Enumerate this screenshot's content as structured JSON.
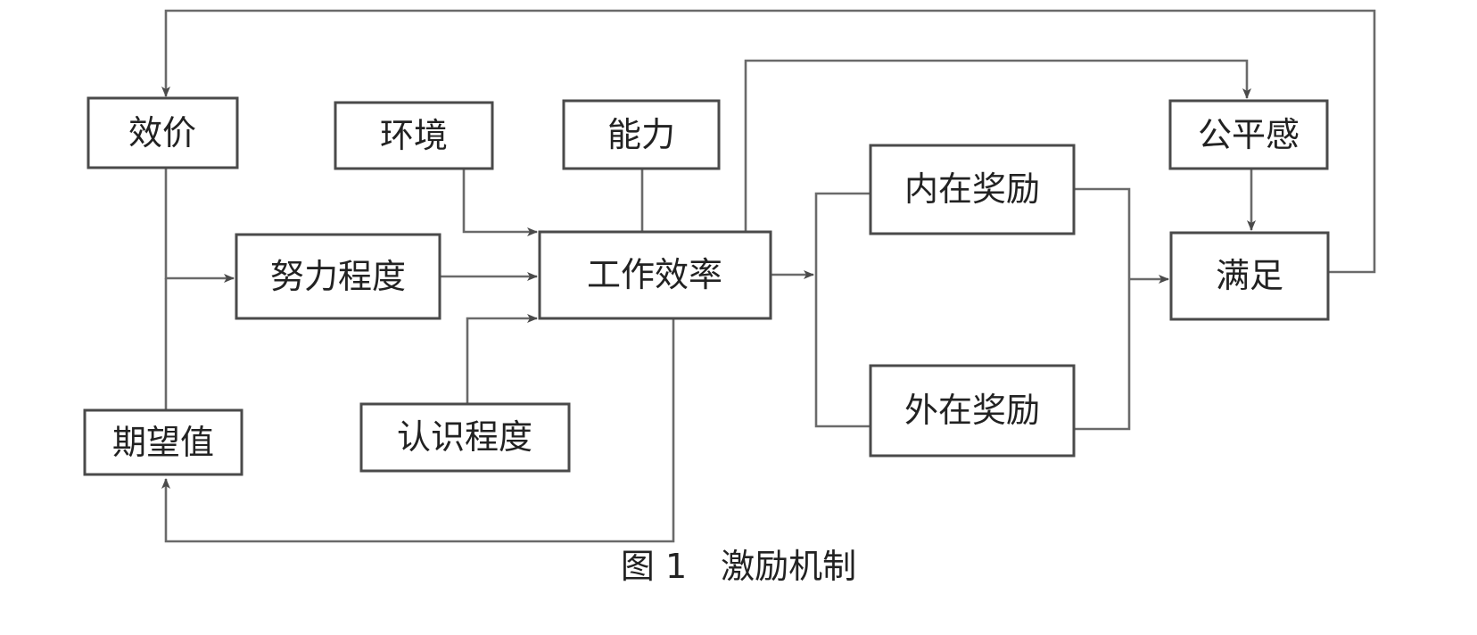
{
  "diagram": {
    "nodes": {
      "valence": "效价",
      "expectancy": "期望值",
      "effort": "努力程度",
      "environment": "环境",
      "ability": "能力",
      "cognition": "认识程度",
      "performance": "工作效率",
      "intrinsic_reward": "内在奖励",
      "extrinsic_reward": "外在奖励",
      "equity": "公平感",
      "satisfaction": "满足"
    },
    "edges": [
      {
        "from": "valence",
        "to": "effort"
      },
      {
        "from": "expectancy",
        "to": "effort"
      },
      {
        "from": "effort",
        "to": "performance"
      },
      {
        "from": "environment",
        "to": "performance"
      },
      {
        "from": "ability",
        "to": "performance"
      },
      {
        "from": "cognition",
        "to": "performance"
      },
      {
        "from": "performance",
        "to": "intrinsic_reward"
      },
      {
        "from": "performance",
        "to": "extrinsic_reward"
      },
      {
        "from": "intrinsic_reward",
        "to": "satisfaction"
      },
      {
        "from": "extrinsic_reward",
        "to": "satisfaction"
      },
      {
        "from": "equity",
        "to": "satisfaction"
      },
      {
        "from": "performance",
        "to": "equity"
      },
      {
        "from": "performance",
        "to": "expectancy"
      },
      {
        "from": "satisfaction",
        "to": "valence"
      }
    ],
    "caption": "图 1　激励机制"
  }
}
